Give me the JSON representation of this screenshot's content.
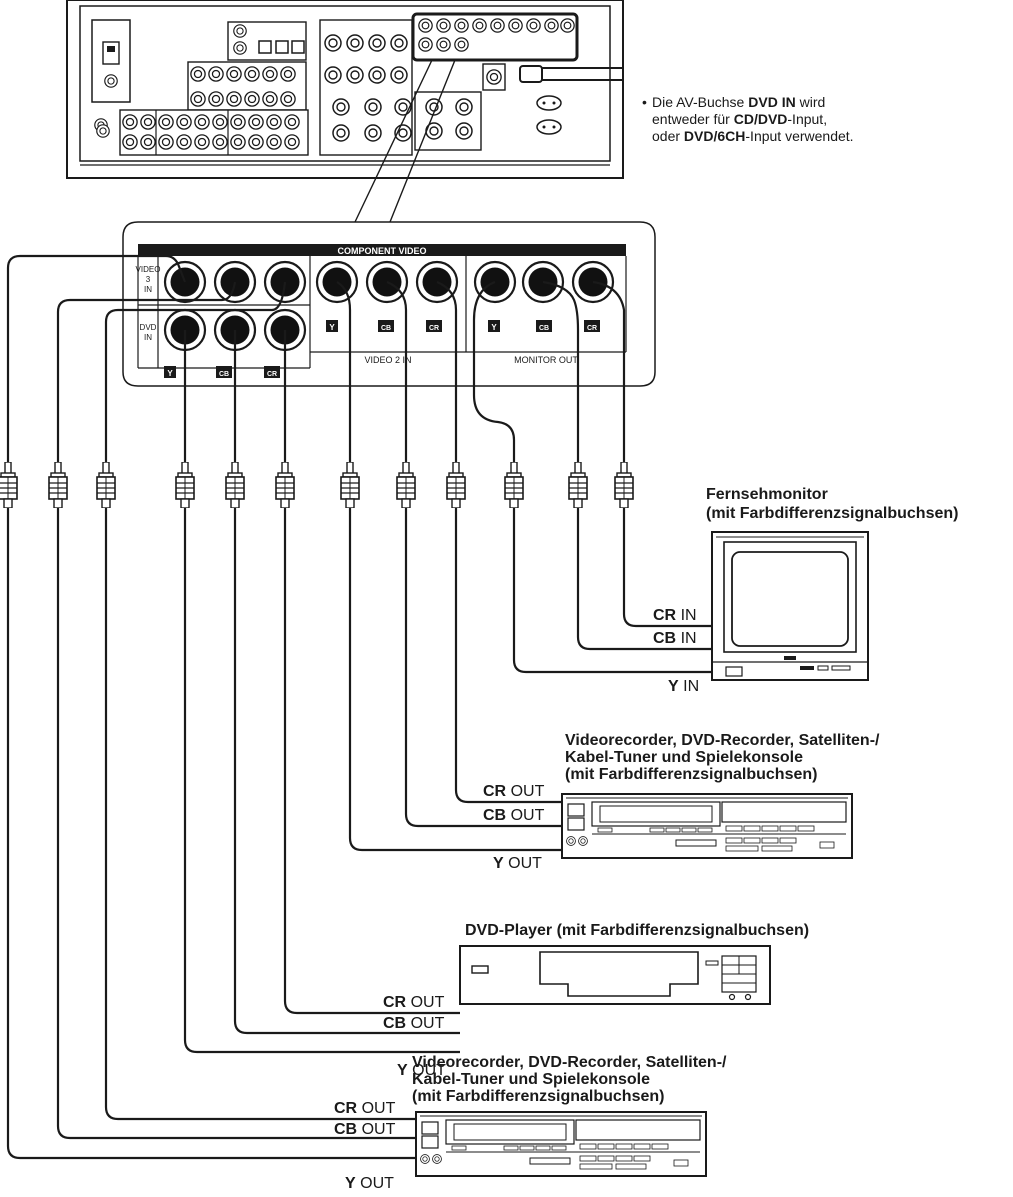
{
  "note": {
    "line1_pre": "Die AV-Buchse",
    "line1_bold": "DVD IN",
    "line1_post": "wird",
    "line2_pre": "entweder für",
    "line2_bold": "CD/DVD",
    "line2_post": "-Input,",
    "line3_pre": "oder",
    "line3_bold": "DVD/6CH",
    "line3_post": "-Input verwendet."
  },
  "panel": {
    "header": "COMPONENT VIDEO",
    "video3_label": [
      "VIDEO",
      "3",
      "IN"
    ],
    "dvd_label": [
      "DVD",
      "IN"
    ],
    "video2_label": "VIDEO 2 IN",
    "monitor_label": "MONITOR OUT",
    "tag_y": "Y",
    "tag_cb": "CB",
    "tag_cr": "CR"
  },
  "tv": {
    "title1": "Fernsehmonitor",
    "title2": "(mit Farbdifferenzsignalbuchsen)",
    "cr_bold": "CR",
    "cr_rest": "IN",
    "cb_bold": "CB",
    "cb_rest": "IN",
    "y_bold": "Y",
    "y_rest": "IN"
  },
  "vcr1": {
    "title1": "Videorecorder, DVD-Recorder, Satelliten-/",
    "title2": "Kabel-Tuner und Spielekonsole",
    "title3": "(mit Farbdifferenzsignalbuchsen)",
    "cr_bold": "CR",
    "cr_rest": "OUT",
    "cb_bold": "CB",
    "cb_rest": "OUT",
    "y_bold": "Y",
    "y_rest": "OUT"
  },
  "dvd": {
    "title": "DVD-Player (mit Farbdifferenzsignalbuchsen)",
    "cr_bold": "CR",
    "cr_rest": "OUT",
    "cb_bold": "CB",
    "cb_rest": "OUT",
    "y_bold": "Y",
    "y_rest": "OUT"
  },
  "vcr2": {
    "title1": "Videorecorder, DVD-Recorder, Satelliten-/",
    "title2": "Kabel-Tuner und Spielekonsole",
    "title3": "(mit Farbdifferenzsignalbuchsen)",
    "cr_bold": "CR",
    "cr_rest": "OUT",
    "cb_bold": "CB",
    "cb_rest": "OUT",
    "y_bold": "Y",
    "y_rest": "OUT"
  },
  "colors": {
    "line": "#1a1a1a",
    "panel_header": "#1a1a1a",
    "jack": "#111111"
  }
}
